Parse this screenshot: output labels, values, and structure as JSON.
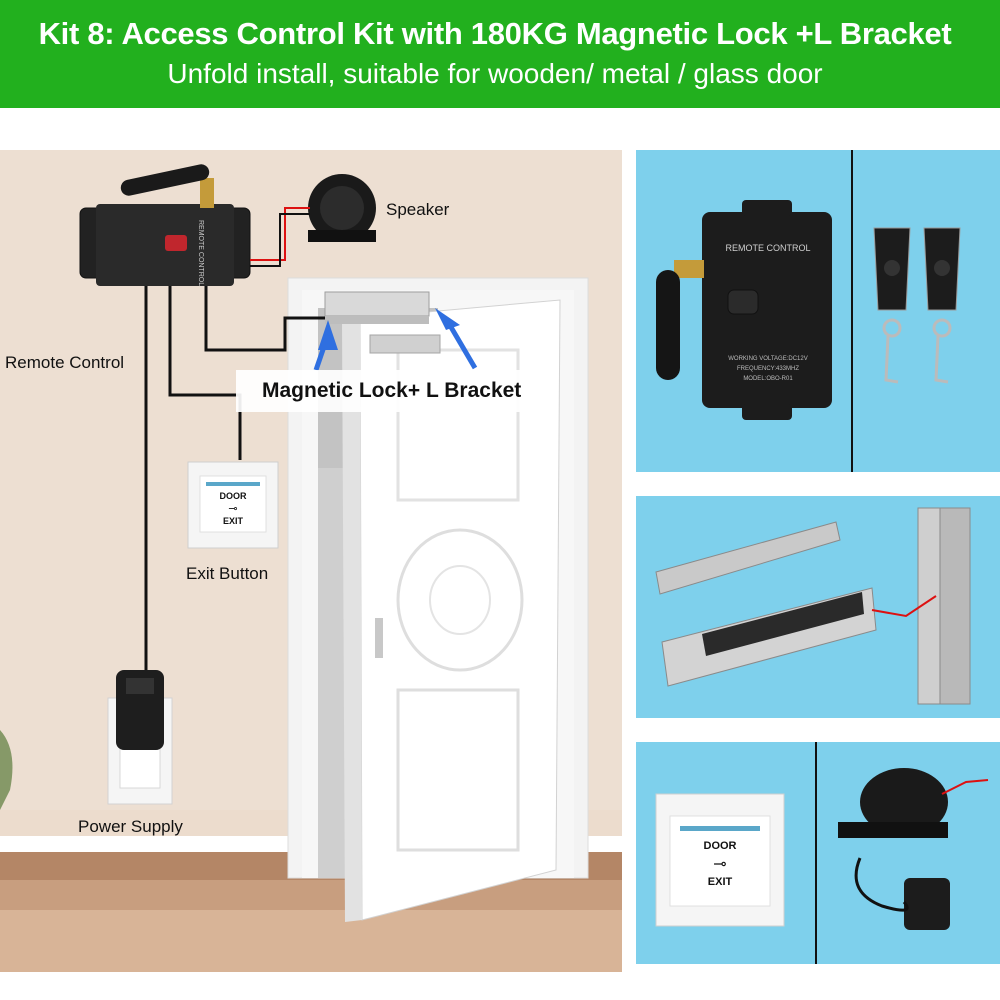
{
  "header": {
    "title": "Kit 8: Access Control Kit with 180KG Magnetic Lock +L Bracket",
    "subtitle": "Unfold install, suitable for wooden/ metal / glass door",
    "background_color": "#22b01e"
  },
  "scene": {
    "labels": {
      "speaker": "Speaker",
      "remote_control": "Remote Control",
      "magnetic_lock": "Magnetic Lock+ L Bracket",
      "exit_button": "Exit Button",
      "power_supply": "Power Supply"
    },
    "controller_text": "REMOTE CONTROL",
    "exit_plate": {
      "top": "DOOR",
      "bottom": "EXIT"
    }
  },
  "products": {
    "controller": {
      "title": "REMOTE CONTROL",
      "spec1": "WORKING VOLTAGE:DC12V",
      "spec2": "FREQUENCY:433MHZ",
      "spec3": "MODEL:OBO-R01"
    },
    "exit_button": {
      "top": "DOOR",
      "bottom": "EXIT"
    },
    "panel_color": "#7ed0ec"
  }
}
